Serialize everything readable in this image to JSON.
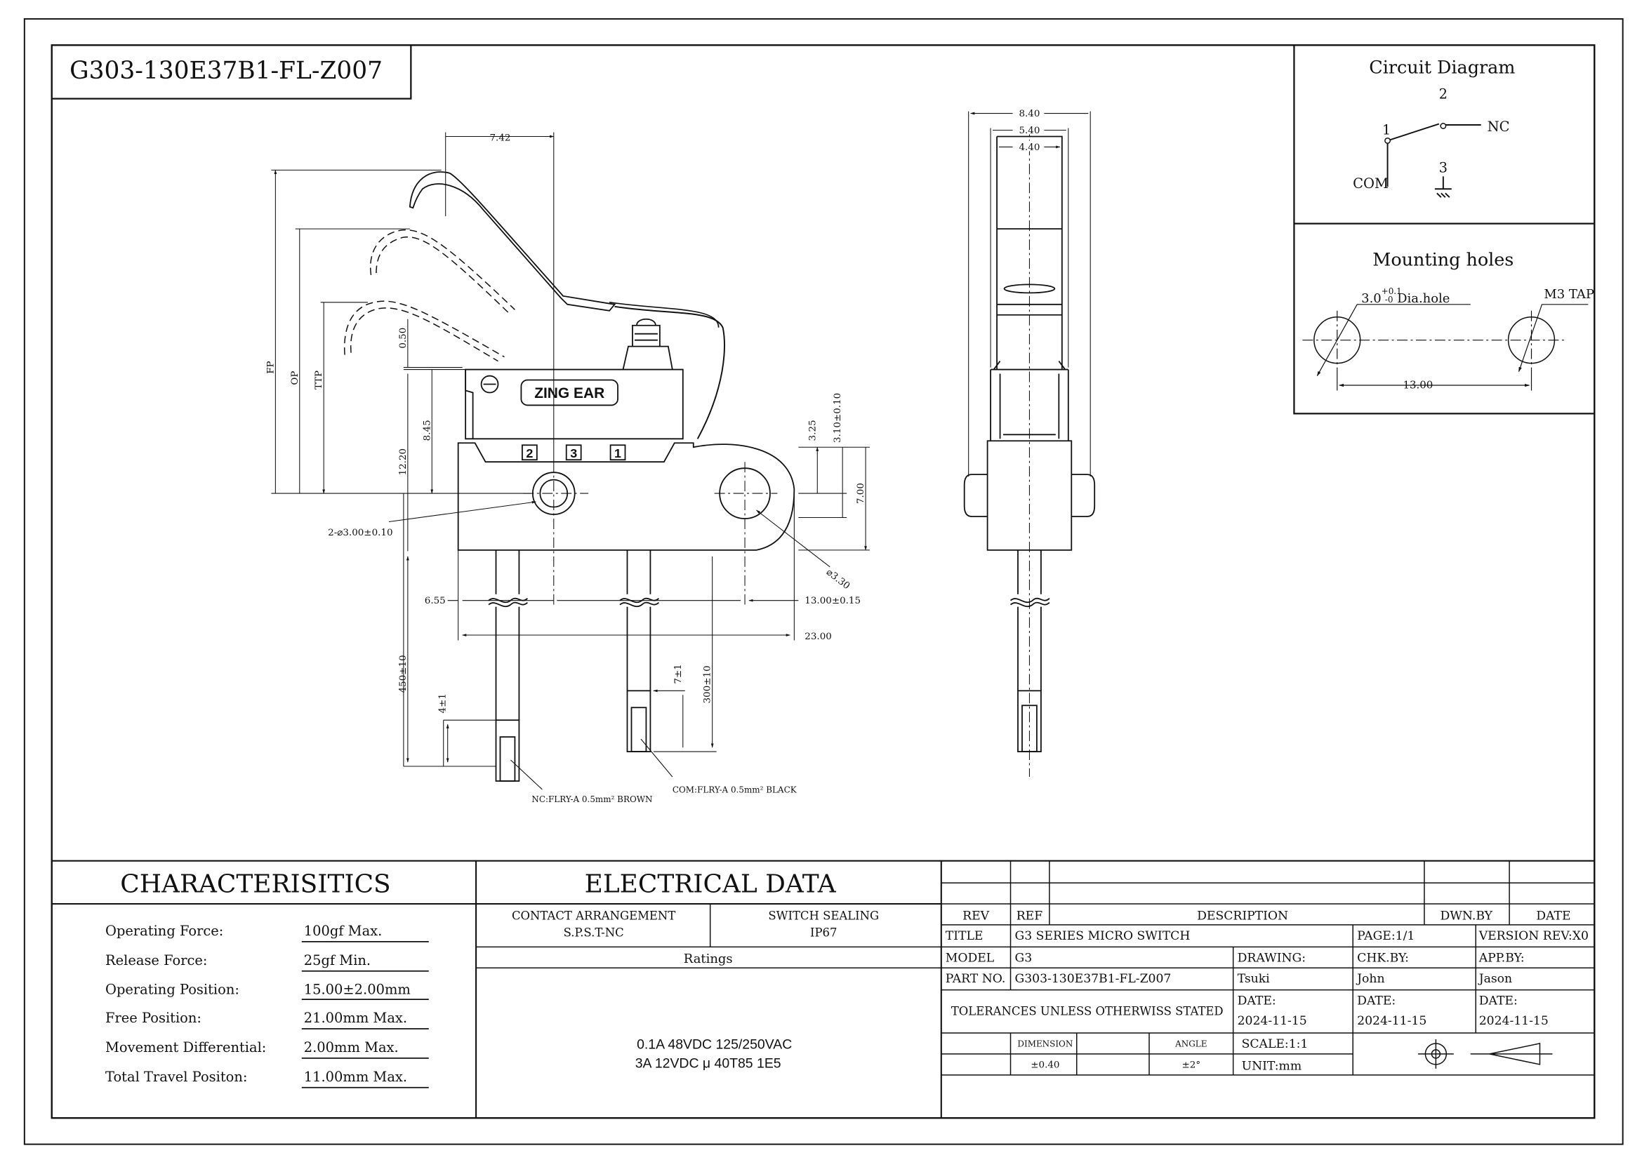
{
  "part_number": "G303-130E37B1-FL-Z007",
  "circuit": {
    "title": "Circuit Diagram",
    "pin1": "1",
    "pin2": "2",
    "pin3": "3",
    "com": "COM",
    "nc": "NC"
  },
  "mounting": {
    "title": "Mounting holes",
    "hole_label": "3.0",
    "tol_plus": "+0.1",
    "tol_minus": "-0",
    "hole_suffix": " Dia.hole",
    "tap": "M3 TAP",
    "spacing": "13.00"
  },
  "front_view": {
    "brand": "ZING EAR",
    "term2": "2",
    "term3": "3",
    "term1": "1",
    "dims": {
      "d742": "7.42",
      "fp": "FP",
      "op": "OP",
      "ttp": "TTP",
      "d050": "0.50",
      "d845": "8.45",
      "d1220": "12.20",
      "d325": "3.25",
      "d310": "3.10±0.10",
      "d700": "7.00",
      "holes": "2-⌀3.00±0.10",
      "d330": "⌀3.30",
      "d655": "6.55",
      "d1300": "13.00±0.15",
      "d2300": "23.00",
      "d450": "450±10",
      "d4": "4±1",
      "d7": "7±1",
      "d300": "300±10"
    },
    "wire_nc": "NC:FLRY-A 0.5mm² BROWN",
    "wire_com": "COM:FLRY-A 0.5mm² BLACK"
  },
  "side_view": {
    "d840": "8.40",
    "d540": "5.40",
    "d440": "4.40"
  },
  "characteristics": {
    "title": "CHARACTERISITICS",
    "rows": [
      {
        "label": "Operating Force:",
        "value": "100gf Max."
      },
      {
        "label": "Release Force:",
        "value": "25gf Min."
      },
      {
        "label": "Operating Position:",
        "value": "15.00±2.00mm"
      },
      {
        "label": "Free Position:",
        "value": "21.00mm Max."
      },
      {
        "label": "Movement Differential:",
        "value": "2.00mm Max."
      },
      {
        "label": "Total Travel Positon:",
        "value": "11.00mm Max."
      }
    ]
  },
  "electrical": {
    "title": "ELECTRICAL DATA",
    "contact_head": "CONTACT ARRANGEMENT",
    "contact_val": "S.P.S.T-NC",
    "sealing_head": "SWITCH SEALING",
    "sealing_val": "IP67",
    "ratings_head": "Ratings",
    "rating1": "0.1A 48VDC 125/250VAC",
    "rating2": "3A 12VDC μ 40T85 1E5"
  },
  "title_block": {
    "rev": "REV",
    "ref": "REF",
    "description": "DESCRIPTION",
    "dwn_by": "DWN.BY",
    "date": "DATE",
    "title_lbl": "TITLE",
    "title_val": "G3 SERIES MICRO SWITCH",
    "page": "PAGE:1/1",
    "version": "VERSION REV:X0",
    "model_lbl": "MODEL",
    "model_val": "G3",
    "drawing_lbl": "DRAWING:",
    "chk_lbl": "CHK.BY:",
    "app_lbl": "APP.BY:",
    "part_lbl": "PART NO.",
    "part_val": "G303-130E37B1-FL-Z007",
    "drawer": "Tsuki",
    "checker": "John",
    "approver": "Jason",
    "tolerances": "TOLERANCES UNLESS OTHERWISS STATED",
    "date_lbl": "DATE:",
    "date1": "2024-11-15",
    "date2": "2024-11-15",
    "date3": "2024-11-15",
    "dimension": "DIMENSION",
    "angle": "ANGLE",
    "dim_tol": "±0.40",
    "angle_tol": "±2°",
    "scale": "SCALE:1:1",
    "unit": "UNIT:mm"
  }
}
